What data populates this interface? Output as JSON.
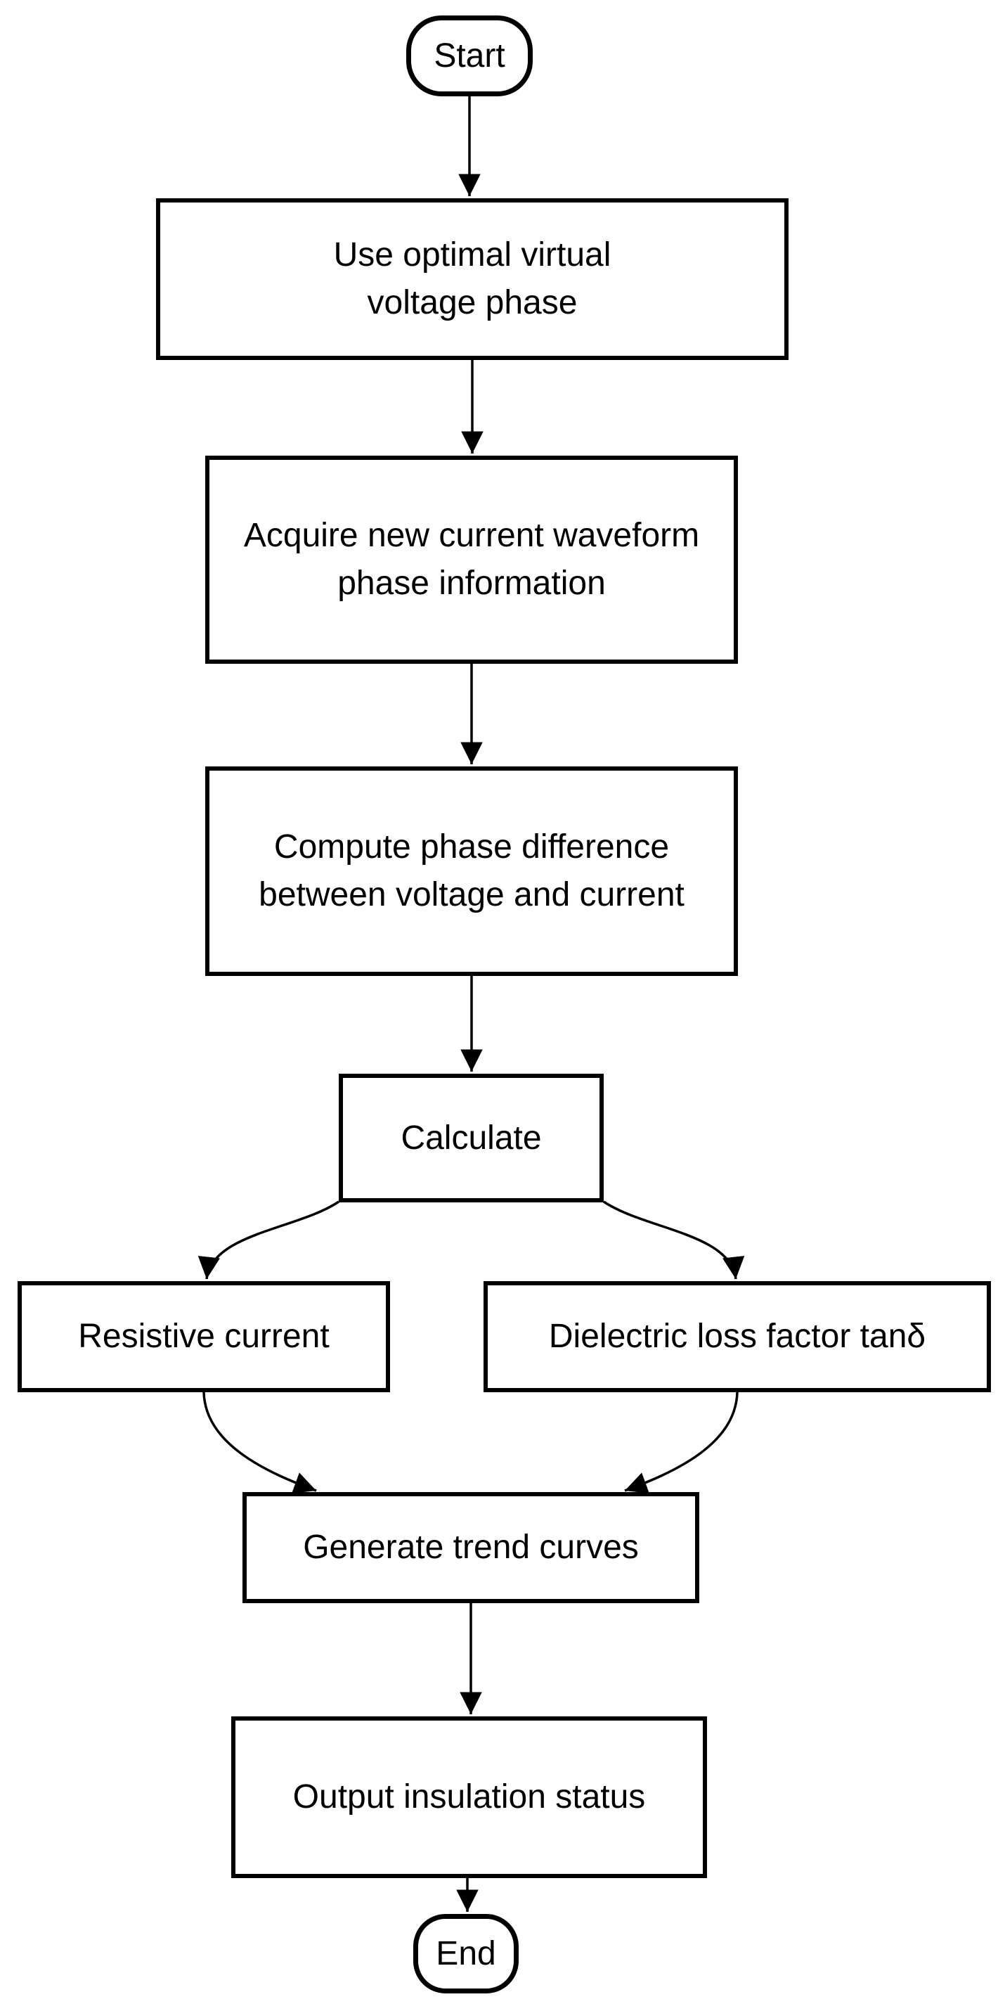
{
  "flowchart": {
    "nodes": {
      "start": "Start",
      "step1": "Use optimal virtual\nvoltage phase",
      "step2": "Acquire new current waveform\nphase information",
      "step3": "Compute phase difference\nbetween voltage and current",
      "step4": "Calculate",
      "branch_left": "Resistive current",
      "branch_right": "Dielectric loss factor tanδ",
      "step5": "Generate trend curves",
      "step6": "Output insulation status",
      "end": "End"
    },
    "colors": {
      "stroke": "#000000",
      "text": "#000000",
      "background": "#ffffff"
    }
  }
}
